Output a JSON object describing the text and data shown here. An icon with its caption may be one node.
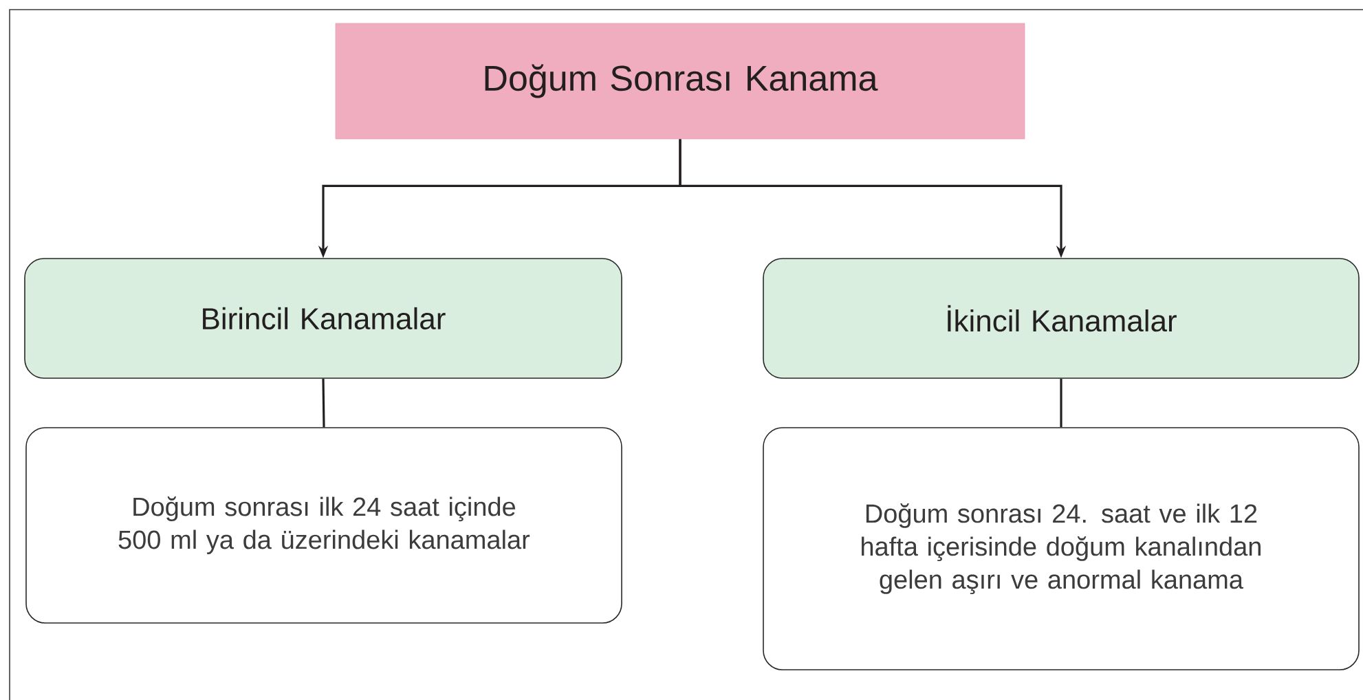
{
  "diagram": {
    "nodes": [
      {
        "text": [
          "Doğum Sonrası Kanama"
        ]
      },
      {
        "text": [
          "Birincil Kanamalar"
        ]
      },
      {
        "text": [
          "İkincil Kanamalar"
        ]
      },
      {
        "text": [
          "Doğum sonrası ilk 24 saat içinde 500 ml ya da üzerindeki kanamalar"
        ]
      },
      {
        "text": [
          "Doğum sonrası 24. saat ve ilk 12 hafta içerisinde doğum kanalından gelen aşırı ve anormal kanama"
        ]
      }
    ],
    "edges": [
      {
        "from": 0,
        "to": 1,
        "arrow": "to"
      },
      {
        "from": 0,
        "to": 2,
        "arrow": "to"
      },
      {
        "from": 1,
        "to": 3,
        "arrow": "none"
      },
      {
        "from": 2,
        "to": 4,
        "arrow": "none"
      }
    ]
  }
}
